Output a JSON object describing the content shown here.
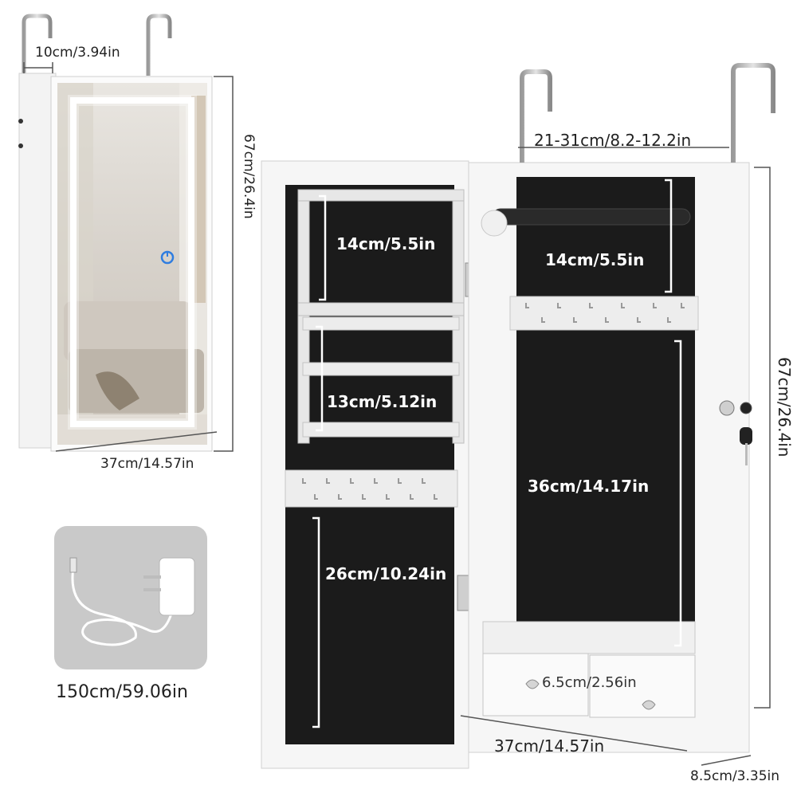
{
  "closed_view": {
    "hook_depth": "10cm/3.94in",
    "height": "67cm/26.4in",
    "width": "37cm/14.57in"
  },
  "adapter": {
    "cable_length": "150cm/59.06in"
  },
  "open_view": {
    "hook_range": "21-31cm/8.2-12.2in",
    "left_door": {
      "top_section": "14cm/5.5in",
      "middle_section": "13cm/5.12in",
      "bottom_section": "26cm/10.24in"
    },
    "right_cabinet": {
      "top_section": "14cm/5.5in",
      "middle_section": "36cm/14.17in",
      "drawer_height": "6.5cm/2.56in"
    },
    "width": "37cm/14.57in",
    "height": "67cm/26.4in",
    "depth": "8.5cm/3.35in"
  },
  "colors": {
    "cabinet_white": "#f6f6f6",
    "velvet_black": "#1b1b1b",
    "adapter_panel": "#c9c9c9",
    "led_glow": "#ffffff",
    "touch_button": "#2f7de0"
  }
}
